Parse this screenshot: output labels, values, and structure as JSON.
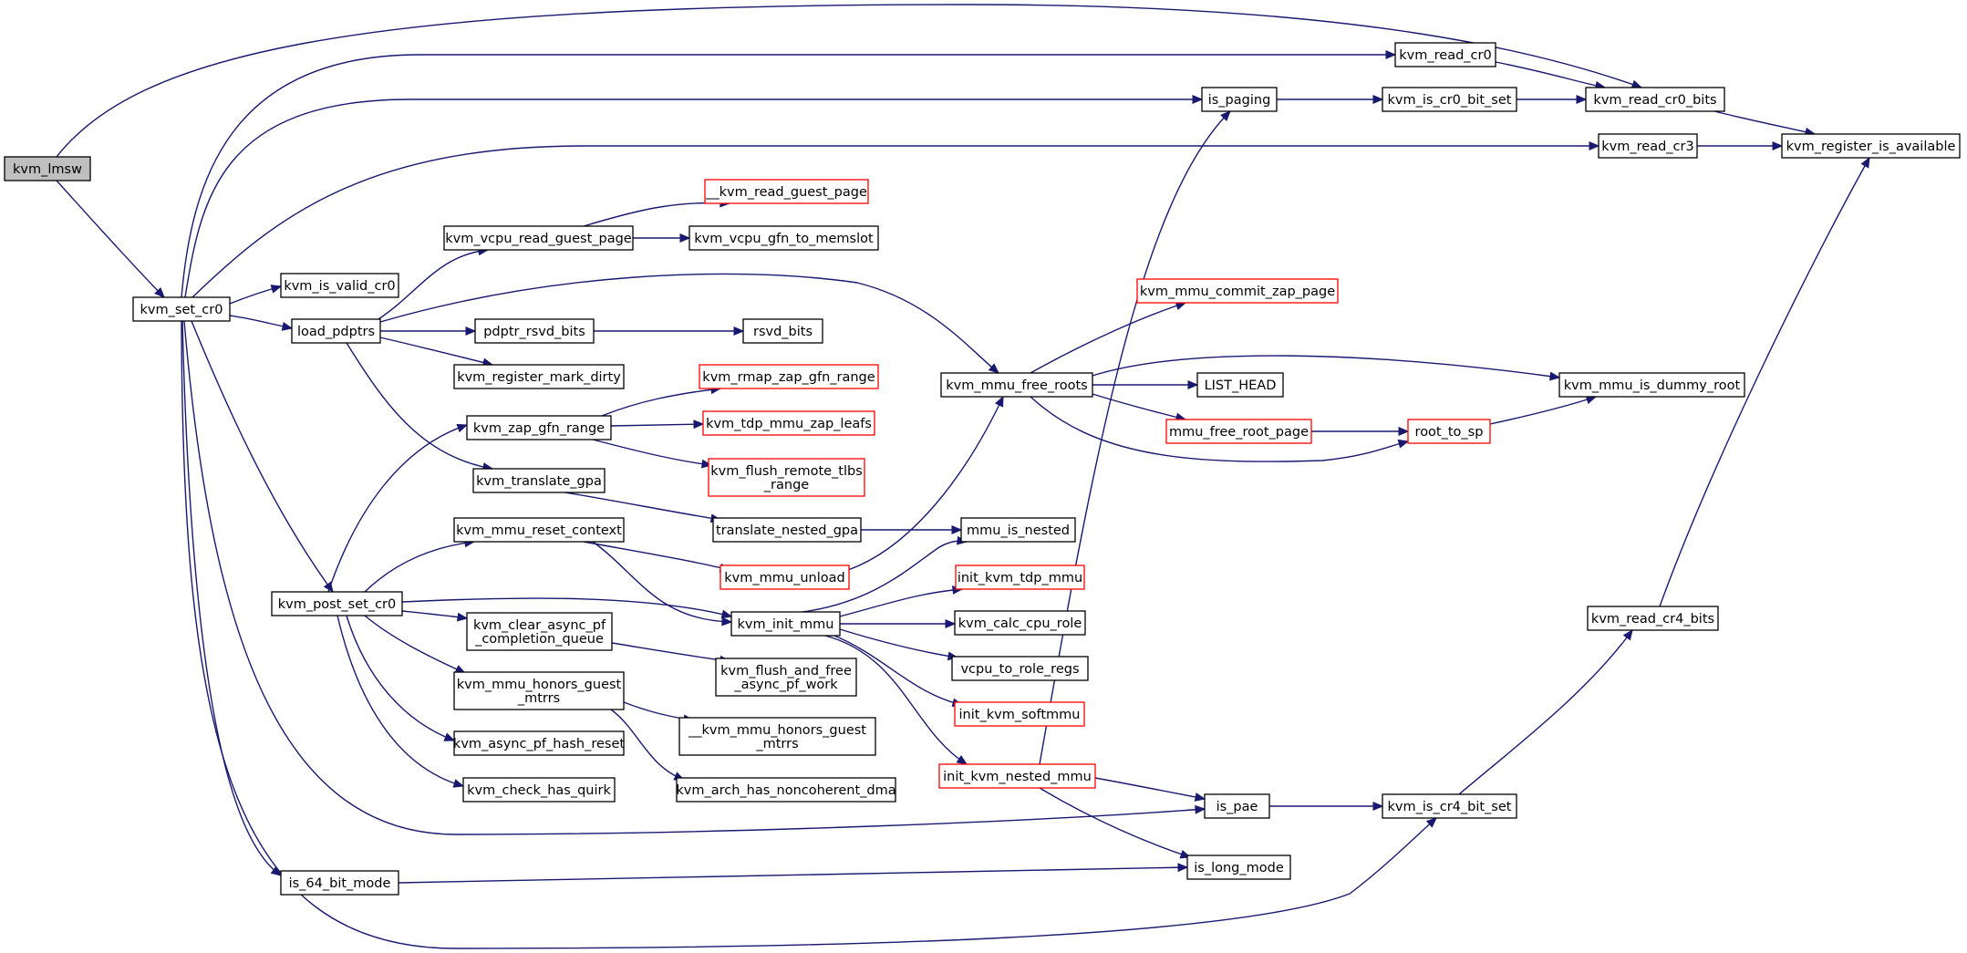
{
  "diagram": {
    "type": "call-graph",
    "colors": {
      "edge": "#191970",
      "node_border": "#000000",
      "truncated_border": "#ff0000",
      "root_fill": "#bfbfbf",
      "node_fill": "#ffffff"
    },
    "nodes": [
      {
        "id": "kvm_lmsw",
        "lines": [
          "kvm_lmsw"
        ],
        "style": "root"
      },
      {
        "id": "kvm_set_cr0",
        "lines": [
          "kvm_set_cr0"
        ],
        "style": "normal"
      },
      {
        "id": "kvm_read_cr0",
        "lines": [
          "kvm_read_cr0"
        ],
        "style": "normal"
      },
      {
        "id": "kvm_read_cr0_bits",
        "lines": [
          "kvm_read_cr0_bits"
        ],
        "style": "normal"
      },
      {
        "id": "is_paging",
        "lines": [
          "is_paging"
        ],
        "style": "normal"
      },
      {
        "id": "kvm_is_cr0_bit_set",
        "lines": [
          "kvm_is_cr0_bit_set"
        ],
        "style": "normal"
      },
      {
        "id": "kvm_register_is_available",
        "lines": [
          "kvm_register_is_available"
        ],
        "style": "normal"
      },
      {
        "id": "kvm_read_cr3",
        "lines": [
          "kvm_read_cr3"
        ],
        "style": "normal"
      },
      {
        "id": "__kvm_read_guest_page",
        "lines": [
          "__kvm_read_guest_page"
        ],
        "style": "truncated"
      },
      {
        "id": "kvm_vcpu_read_guest_page",
        "lines": [
          "kvm_vcpu_read_guest_page"
        ],
        "style": "normal"
      },
      {
        "id": "kvm_vcpu_gfn_to_memslot",
        "lines": [
          "kvm_vcpu_gfn_to_memslot"
        ],
        "style": "normal"
      },
      {
        "id": "kvm_is_valid_cr0",
        "lines": [
          "kvm_is_valid_cr0"
        ],
        "style": "normal"
      },
      {
        "id": "kvm_mmu_commit_zap_page",
        "lines": [
          "kvm_mmu_commit_zap_page"
        ],
        "style": "truncated"
      },
      {
        "id": "load_pdptrs",
        "lines": [
          "load_pdptrs"
        ],
        "style": "normal"
      },
      {
        "id": "pdptr_rsvd_bits",
        "lines": [
          "pdptr_rsvd_bits"
        ],
        "style": "normal"
      },
      {
        "id": "rsvd_bits",
        "lines": [
          "rsvd_bits"
        ],
        "style": "normal"
      },
      {
        "id": "kvm_register_mark_dirty",
        "lines": [
          "kvm_register_mark_dirty"
        ],
        "style": "normal"
      },
      {
        "id": "kvm_rmap_zap_gfn_range",
        "lines": [
          "kvm_rmap_zap_gfn_range"
        ],
        "style": "truncated"
      },
      {
        "id": "kvm_mmu_free_roots",
        "lines": [
          "kvm_mmu_free_roots"
        ],
        "style": "normal"
      },
      {
        "id": "LIST_HEAD",
        "lines": [
          "LIST_HEAD"
        ],
        "style": "normal"
      },
      {
        "id": "kvm_mmu_is_dummy_root",
        "lines": [
          "kvm_mmu_is_dummy_root"
        ],
        "style": "normal"
      },
      {
        "id": "kvm_zap_gfn_range",
        "lines": [
          "kvm_zap_gfn_range"
        ],
        "style": "normal"
      },
      {
        "id": "kvm_tdp_mmu_zap_leafs",
        "lines": [
          "kvm_tdp_mmu_zap_leafs"
        ],
        "style": "truncated"
      },
      {
        "id": "mmu_free_root_page",
        "lines": [
          "mmu_free_root_page"
        ],
        "style": "truncated"
      },
      {
        "id": "root_to_sp",
        "lines": [
          "root_to_sp"
        ],
        "style": "truncated"
      },
      {
        "id": "kvm_flush_remote_tlbs_range",
        "lines": [
          "kvm_flush_remote_tlbs",
          "_range"
        ],
        "style": "truncated"
      },
      {
        "id": "kvm_translate_gpa",
        "lines": [
          "kvm_translate_gpa"
        ],
        "style": "normal"
      },
      {
        "id": "kvm_mmu_reset_context",
        "lines": [
          "kvm_mmu_reset_context"
        ],
        "style": "normal"
      },
      {
        "id": "translate_nested_gpa",
        "lines": [
          "translate_nested_gpa"
        ],
        "style": "normal"
      },
      {
        "id": "mmu_is_nested",
        "lines": [
          "mmu_is_nested"
        ],
        "style": "normal"
      },
      {
        "id": "kvm_mmu_unload",
        "lines": [
          "kvm_mmu_unload"
        ],
        "style": "truncated"
      },
      {
        "id": "init_kvm_tdp_mmu",
        "lines": [
          "init_kvm_tdp_mmu"
        ],
        "style": "truncated"
      },
      {
        "id": "kvm_post_set_cr0",
        "lines": [
          "kvm_post_set_cr0"
        ],
        "style": "normal"
      },
      {
        "id": "kvm_init_mmu",
        "lines": [
          "kvm_init_mmu"
        ],
        "style": "normal"
      },
      {
        "id": "kvm_calc_cpu_role",
        "lines": [
          "kvm_calc_cpu_role"
        ],
        "style": "normal"
      },
      {
        "id": "kvm_read_cr4_bits",
        "lines": [
          "kvm_read_cr4_bits"
        ],
        "style": "normal"
      },
      {
        "id": "kvm_clear_async_pf_completion_queue",
        "lines": [
          "kvm_clear_async_pf",
          "_completion_queue"
        ],
        "style": "normal"
      },
      {
        "id": "kvm_flush_and_free_async_pf_work",
        "lines": [
          "kvm_flush_and_free",
          "_async_pf_work"
        ],
        "style": "normal"
      },
      {
        "id": "vcpu_to_role_regs",
        "lines": [
          "vcpu_to_role_regs"
        ],
        "style": "normal"
      },
      {
        "id": "kvm_mmu_honors_guest_mtrrs",
        "lines": [
          "kvm_mmu_honors_guest",
          "_mtrrs"
        ],
        "style": "normal"
      },
      {
        "id": "init_kvm_softmmu",
        "lines": [
          "init_kvm_softmmu"
        ],
        "style": "truncated"
      },
      {
        "id": "__kvm_mmu_honors_guest_mtrrs",
        "lines": [
          "__kvm_mmu_honors_guest",
          "_mtrrs"
        ],
        "style": "normal"
      },
      {
        "id": "kvm_async_pf_hash_reset",
        "lines": [
          "kvm_async_pf_hash_reset"
        ],
        "style": "normal"
      },
      {
        "id": "init_kvm_nested_mmu",
        "lines": [
          "init_kvm_nested_mmu"
        ],
        "style": "truncated"
      },
      {
        "id": "kvm_check_has_quirk",
        "lines": [
          "kvm_check_has_quirk"
        ],
        "style": "normal"
      },
      {
        "id": "kvm_arch_has_noncoherent_dma",
        "lines": [
          "kvm_arch_has_noncoherent_dma"
        ],
        "style": "normal"
      },
      {
        "id": "is_pae",
        "lines": [
          "is_pae"
        ],
        "style": "normal"
      },
      {
        "id": "kvm_is_cr4_bit_set",
        "lines": [
          "kvm_is_cr4_bit_set"
        ],
        "style": "normal"
      },
      {
        "id": "is_64_bit_mode",
        "lines": [
          "is_64_bit_mode"
        ],
        "style": "normal"
      },
      {
        "id": "is_long_mode",
        "lines": [
          "is_long_mode"
        ],
        "style": "normal"
      }
    ],
    "edges": [
      [
        "kvm_lmsw",
        "kvm_read_cr0_bits"
      ],
      [
        "kvm_lmsw",
        "kvm_set_cr0"
      ],
      [
        "kvm_set_cr0",
        "kvm_read_cr0"
      ],
      [
        "kvm_set_cr0",
        "is_paging"
      ],
      [
        "kvm_set_cr0",
        "kvm_read_cr3"
      ],
      [
        "kvm_set_cr0",
        "kvm_is_valid_cr0"
      ],
      [
        "kvm_set_cr0",
        "load_pdptrs"
      ],
      [
        "kvm_set_cr0",
        "kvm_post_set_cr0"
      ],
      [
        "kvm_set_cr0",
        "is_pae"
      ],
      [
        "kvm_set_cr0",
        "is_64_bit_mode"
      ],
      [
        "kvm_set_cr0",
        "kvm_is_cr4_bit_set"
      ],
      [
        "kvm_read_cr0",
        "kvm_read_cr0_bits"
      ],
      [
        "is_paging",
        "kvm_is_cr0_bit_set"
      ],
      [
        "kvm_is_cr0_bit_set",
        "kvm_read_cr0_bits"
      ],
      [
        "kvm_read_cr0_bits",
        "kvm_register_is_available"
      ],
      [
        "kvm_read_cr3",
        "kvm_register_is_available"
      ],
      [
        "load_pdptrs",
        "kvm_vcpu_read_guest_page"
      ],
      [
        "load_pdptrs",
        "kvm_mmu_free_roots"
      ],
      [
        "load_pdptrs",
        "pdptr_rsvd_bits"
      ],
      [
        "load_pdptrs",
        "kvm_register_mark_dirty"
      ],
      [
        "load_pdptrs",
        "kvm_translate_gpa"
      ],
      [
        "kvm_vcpu_read_guest_page",
        "__kvm_read_guest_page"
      ],
      [
        "kvm_vcpu_read_guest_page",
        "kvm_vcpu_gfn_to_memslot"
      ],
      [
        "pdptr_rsvd_bits",
        "rsvd_bits"
      ],
      [
        "kvm_mmu_free_roots",
        "kvm_mmu_commit_zap_page"
      ],
      [
        "kvm_mmu_free_roots",
        "kvm_mmu_is_dummy_root"
      ],
      [
        "kvm_mmu_free_roots",
        "LIST_HEAD"
      ],
      [
        "kvm_mmu_free_roots",
        "mmu_free_root_page"
      ],
      [
        "kvm_mmu_free_roots",
        "root_to_sp"
      ],
      [
        "mmu_free_root_page",
        "root_to_sp"
      ],
      [
        "root_to_sp",
        "kvm_mmu_is_dummy_root"
      ],
      [
        "kvm_zap_gfn_range",
        "kvm_rmap_zap_gfn_range"
      ],
      [
        "kvm_zap_gfn_range",
        "kvm_tdp_mmu_zap_leafs"
      ],
      [
        "kvm_zap_gfn_range",
        "kvm_flush_remote_tlbs_range"
      ],
      [
        "kvm_translate_gpa",
        "translate_nested_gpa"
      ],
      [
        "translate_nested_gpa",
        "mmu_is_nested"
      ],
      [
        "kvm_mmu_reset_context",
        "kvm_mmu_unload"
      ],
      [
        "kvm_mmu_reset_context",
        "kvm_init_mmu"
      ],
      [
        "kvm_mmu_unload",
        "kvm_mmu_free_roots"
      ],
      [
        "kvm_post_set_cr0",
        "kvm_zap_gfn_range"
      ],
      [
        "kvm_post_set_cr0",
        "kvm_mmu_reset_context"
      ],
      [
        "kvm_post_set_cr0",
        "kvm_init_mmu"
      ],
      [
        "kvm_post_set_cr0",
        "kvm_clear_async_pf_completion_queue"
      ],
      [
        "kvm_post_set_cr0",
        "kvm_mmu_honors_guest_mtrrs"
      ],
      [
        "kvm_post_set_cr0",
        "kvm_async_pf_hash_reset"
      ],
      [
        "kvm_post_set_cr0",
        "kvm_check_has_quirk"
      ],
      [
        "kvm_clear_async_pf_completion_queue",
        "kvm_flush_and_free_async_pf_work"
      ],
      [
        "kvm_mmu_honors_guest_mtrrs",
        "__kvm_mmu_honors_guest_mtrrs"
      ],
      [
        "kvm_mmu_honors_guest_mtrrs",
        "kvm_arch_has_noncoherent_dma"
      ],
      [
        "kvm_init_mmu",
        "mmu_is_nested"
      ],
      [
        "kvm_init_mmu",
        "init_kvm_tdp_mmu"
      ],
      [
        "kvm_init_mmu",
        "kvm_calc_cpu_role"
      ],
      [
        "kvm_init_mmu",
        "vcpu_to_role_regs"
      ],
      [
        "kvm_init_mmu",
        "init_kvm_softmmu"
      ],
      [
        "kvm_init_mmu",
        "init_kvm_nested_mmu"
      ],
      [
        "init_kvm_nested_mmu",
        "is_paging"
      ],
      [
        "init_kvm_nested_mmu",
        "is_pae"
      ],
      [
        "init_kvm_nested_mmu",
        "is_long_mode"
      ],
      [
        "is_pae",
        "kvm_is_cr4_bit_set"
      ],
      [
        "kvm_is_cr4_bit_set",
        "kvm_read_cr4_bits"
      ],
      [
        "kvm_read_cr4_bits",
        "kvm_register_is_available"
      ],
      [
        "is_64_bit_mode",
        "is_long_mode"
      ]
    ]
  }
}
